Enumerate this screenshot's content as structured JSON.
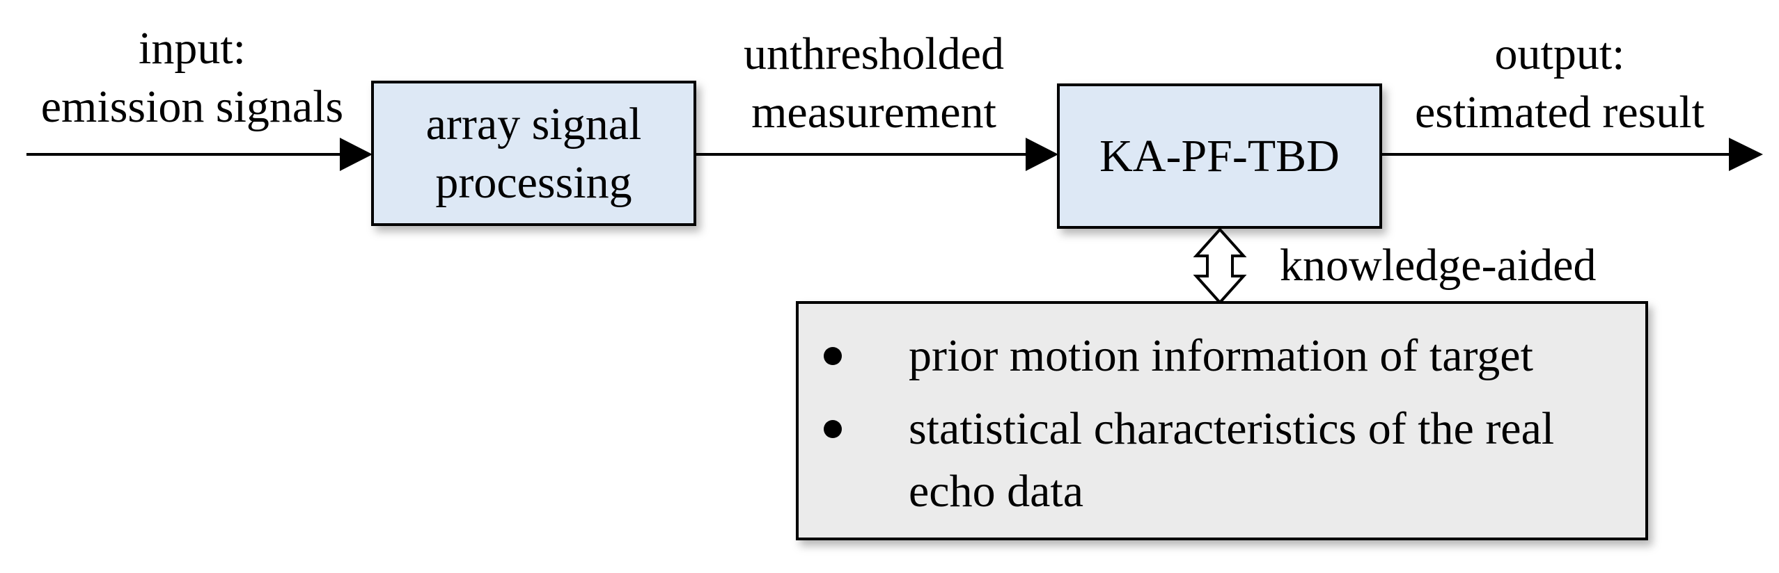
{
  "input_label": {
    "line1": "input:",
    "line2": "emission signals"
  },
  "array_block": {
    "line1": "array signal",
    "line2": "processing"
  },
  "measurement_label": {
    "line1": "unthresholded",
    "line2": "measurement"
  },
  "tbd_block": {
    "label": "KA-PF-TBD"
  },
  "output_label": {
    "line1": "output:",
    "line2": "estimated result"
  },
  "knowledge_label": "knowledge-aided",
  "knowledge_items": [
    "prior motion information of target",
    "statistical characteristics of the real echo data"
  ],
  "colors": {
    "process_fill": "#dde8f5",
    "knowledge_fill": "#ebebeb",
    "stroke": "#000000"
  }
}
